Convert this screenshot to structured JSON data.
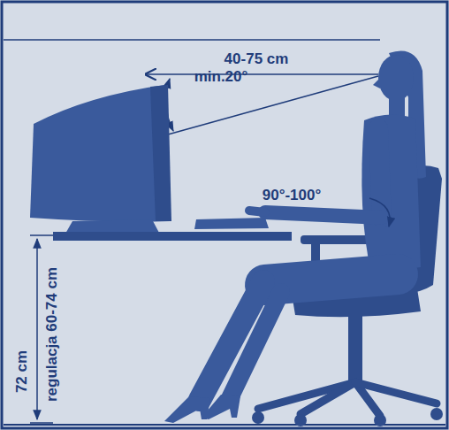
{
  "diagram": {
    "labels": [
      "40-75 cm",
      "min.20°",
      "90°-100°",
      "72 cm",
      "regulacja 60-74 cm"
    ]
  }
}
